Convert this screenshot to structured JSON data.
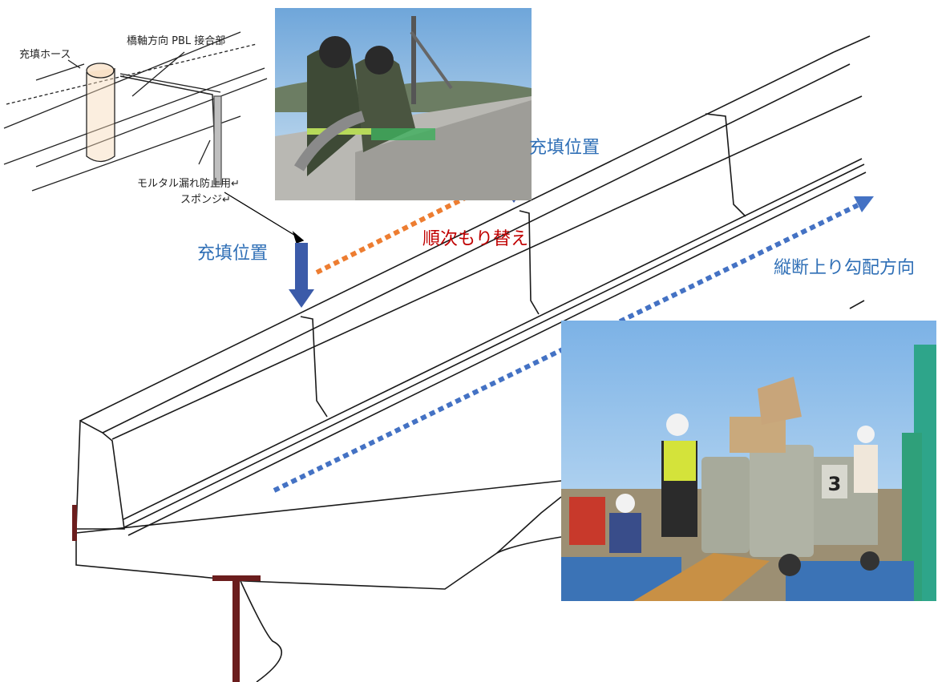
{
  "labels": {
    "fill_position_right": "充填位置",
    "fill_position_left": "充填位置",
    "sequential_switch": "順次もり替え",
    "longitudinal_uphill": "縦断上り勾配方向"
  },
  "detail": {
    "fill_hose": "充填ホース",
    "pbl_joint": "橋軸方向 PBL 接合部",
    "sponge_line1": "モルタル漏れ防止用↵",
    "sponge_line2": "スポンジ↵"
  },
  "photo_top": {
    "description_icon": "workers-photo"
  },
  "photo_bottom": {
    "sign_number": "3"
  },
  "colors": {
    "blue_text": "#2F6FB6",
    "red_text": "#C00000",
    "orange_arrow": "#ED7D31",
    "blue_arrow": "#4472C4",
    "girder": "#6B1D1D"
  }
}
